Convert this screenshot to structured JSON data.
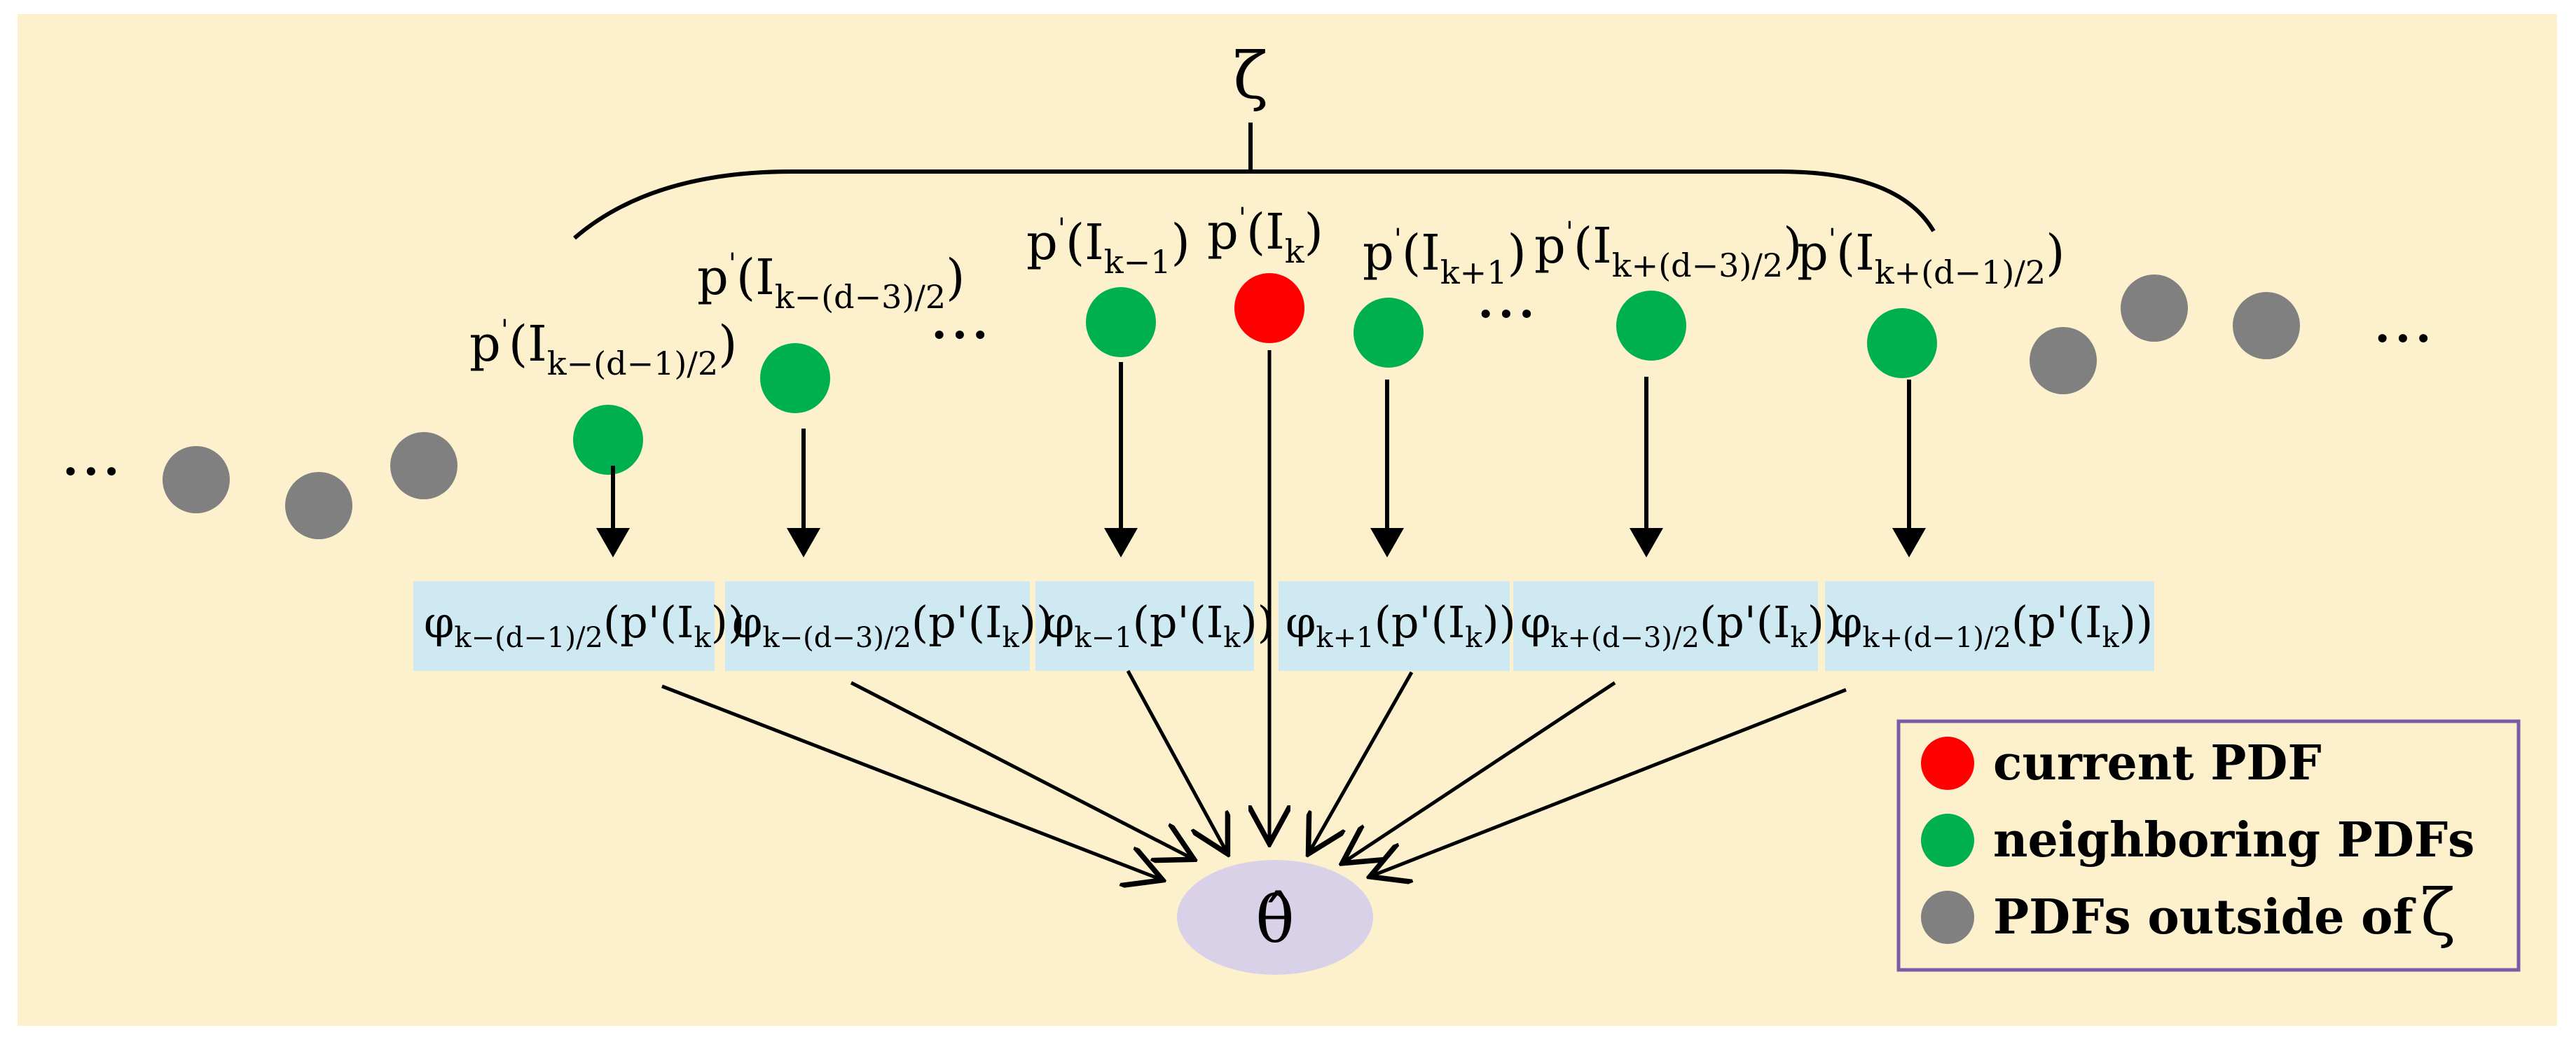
{
  "brace_label": "ζ",
  "ellipsis": "···",
  "colors": {
    "background": "#fdf0cc",
    "current": "#ff0000",
    "neighbor": "#00b050",
    "outside": "#808080",
    "box": "#cfe9f3",
    "output": "#d9d1e8",
    "legend_border": "#7b5ba6"
  },
  "node_labels": [
    {
      "sub": "k−(d−1)/2"
    },
    {
      "sub": "k−(d−3)/2"
    },
    {
      "sub": "k−1"
    },
    {
      "sub": "k"
    },
    {
      "sub": "k+1"
    },
    {
      "sub": "k+(d−3)/2"
    },
    {
      "sub": "k+(d−1)/2"
    }
  ],
  "functions": [
    {
      "sub": "k−(d−1)/2"
    },
    {
      "sub": "k−(d−3)/2"
    },
    {
      "sub": "k−1"
    },
    {
      "sub": "k+1"
    },
    {
      "sub": "k+(d−3)/2"
    },
    {
      "sub": "k+(d−1)/2"
    }
  ],
  "output_label": "θ̂",
  "legend": {
    "current": "current PDF",
    "neighbor": "neighboring PDFs",
    "outside": "PDFs outside of",
    "outside_symbol": "ζ"
  }
}
